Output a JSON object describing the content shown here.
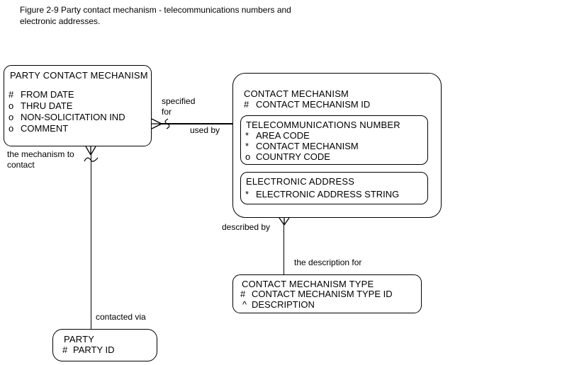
{
  "figure": {
    "caption_line1": "Figure 2-9 Party contact mechanism - telecommunications numbers and",
    "caption_line2": "electronic addresses."
  },
  "entities": {
    "party_contact_mechanism": {
      "title": "PARTY CONTACT MECHANISM",
      "attributes": [
        {
          "marker": "#",
          "name": "FROM DATE"
        },
        {
          "marker": "o",
          "name": "THRU DATE"
        },
        {
          "marker": "o",
          "name": "NON-SOLICITATION IND"
        },
        {
          "marker": "o",
          "name": "COMMENT"
        }
      ]
    },
    "contact_mechanism": {
      "title": "CONTACT MECHANISM",
      "attributes": [
        {
          "marker": "#",
          "name": "CONTACT MECHANISM ID"
        }
      ],
      "subtypes": [
        {
          "title": "TELECOMMUNICATIONS NUMBER",
          "attributes": [
            {
              "marker": "*",
              "name": "AREA CODE"
            },
            {
              "marker": "*",
              "name": "CONTACT MECHANISM"
            },
            {
              "marker": "o",
              "name": "COUNTRY CODE"
            }
          ]
        },
        {
          "title": "ELECTRONIC ADDRESS",
          "attributes": [
            {
              "marker": "*",
              "name": "ELECTRONIC ADDRESS STRING"
            }
          ]
        }
      ]
    },
    "contact_mechanism_type": {
      "title": "CONTACT MECHANISM TYPE",
      "attributes": [
        {
          "marker": "#",
          "name": "CONTACT MECHANISM TYPE ID"
        },
        {
          "marker": "^",
          "name": "DESCRIPTION"
        }
      ]
    },
    "party": {
      "title": "PARTY",
      "attributes": [
        {
          "marker": "#",
          "name": "PARTY ID"
        }
      ]
    }
  },
  "relationships": {
    "specified_for": {
      "line1": "specified",
      "line2": "for"
    },
    "used_by": {
      "label": "used by"
    },
    "the_mechanism_to_contact": {
      "line1": "the mechanism to",
      "line2": "contact"
    },
    "described_by": {
      "label": "described by"
    },
    "the_description_for": {
      "label": "the description for"
    },
    "contacted_via": {
      "label": "contacted via"
    }
  },
  "colors": {
    "line": "#000000",
    "text": "#000000",
    "background": "#ffffff"
  }
}
